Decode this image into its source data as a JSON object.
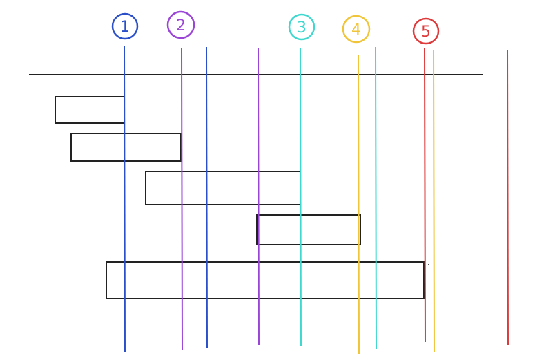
{
  "colors": {
    "blue": "#2a4fc8",
    "purple": "#9a45d6",
    "cyan": "#3ed8cf",
    "yellow": "#f0c53a",
    "red": "#dd3b3b",
    "black": "#222222"
  },
  "markers": [
    {
      "label": "1",
      "color": "#2a4fc8"
    },
    {
      "label": "2",
      "color": "#9a45d6"
    },
    {
      "label": "3",
      "color": "#3ed8cf"
    },
    {
      "label": "4",
      "color": "#f0c53a"
    },
    {
      "label": "5",
      "color": "#dd3b3b"
    }
  ]
}
